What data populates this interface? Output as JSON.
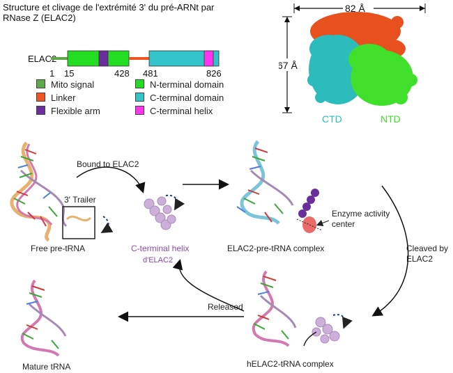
{
  "title": "Structure et clivage de l'extrémité 3' du pré-ARNt par RNase Z (ELAC2)",
  "domain_bar": {
    "protein_name": "ELAC2",
    "positions": [
      "1",
      "15",
      "428",
      "481",
      "826"
    ]
  },
  "legend": [
    {
      "label": "Mito signal",
      "color": "#5fa84a"
    },
    {
      "label": "N-terminal domain",
      "color": "#22dd22"
    },
    {
      "label": "Linker",
      "color": "#ee5522"
    },
    {
      "label": "C-terminal domain",
      "color": "#33c4c9"
    },
    {
      "label": "Flexible arm",
      "color": "#6a2f9a"
    },
    {
      "label": "C-terminal helix",
      "color": "#ff33ee"
    }
  ],
  "structure": {
    "width_label": "82 Å",
    "height_label": "67 Å",
    "ctd_label": "CTD",
    "ntd_label": "NTD",
    "ctd_color": "#2dbcbc",
    "ntd_color": "#3fdf2c",
    "linker_color": "#e8501e"
  },
  "pathway": {
    "bound_label": "Bound to ELAC2",
    "trailer_label": "3' Trailer",
    "free_label": "Free pre-tRNA",
    "helix_label": "C-terminal helix",
    "helix_sub_label": "d'ELAC2",
    "complex_label": "ELAC2-pre-tRNA complex",
    "enzyme_label_1": "Enzyme activity",
    "enzyme_label_2": "center",
    "cleaved_label_1": "Cleaved by",
    "cleaved_label_2": "ELAC2",
    "released_label": "Released",
    "mature_label": "Mature tRNA",
    "hcomplex_label": "hELAC2-tRNA complex"
  }
}
